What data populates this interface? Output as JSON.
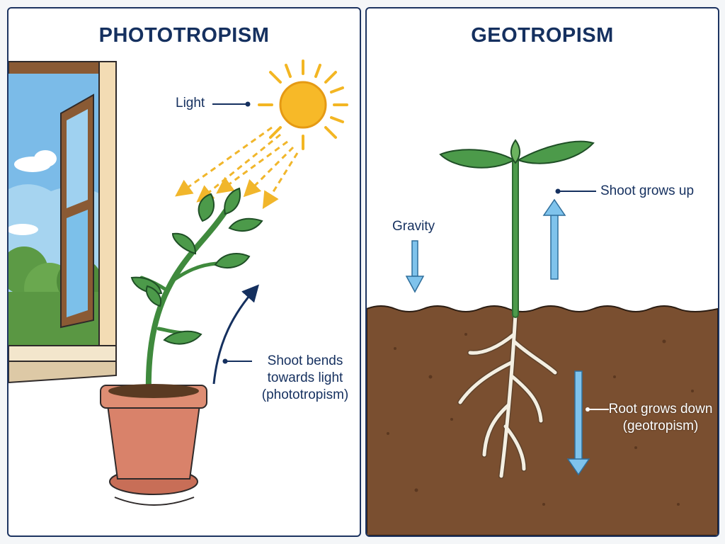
{
  "left_panel": {
    "title": "PHOTOTROPISM",
    "light_label": "Light",
    "shoot_label_lines": [
      "Shoot bends",
      "towards light",
      "(phototropism)"
    ]
  },
  "right_panel": {
    "title": "GEOTROPISM",
    "gravity_label": "Gravity",
    "shoot_label": "Shoot grows up",
    "root_label_lines": [
      "Root grows down",
      "(geotropism)"
    ]
  },
  "colors": {
    "title_navy": "#15305f",
    "sun_yellow": "#f7b928",
    "light_arrow": "#f1b62b",
    "arrow_blue": "#7fc3ec",
    "soil_brown": "#7a4f30",
    "leaf_green": "#4c9a4a",
    "pot_terracotta": "#d9826a",
    "window_frame": "#8a5a34"
  }
}
